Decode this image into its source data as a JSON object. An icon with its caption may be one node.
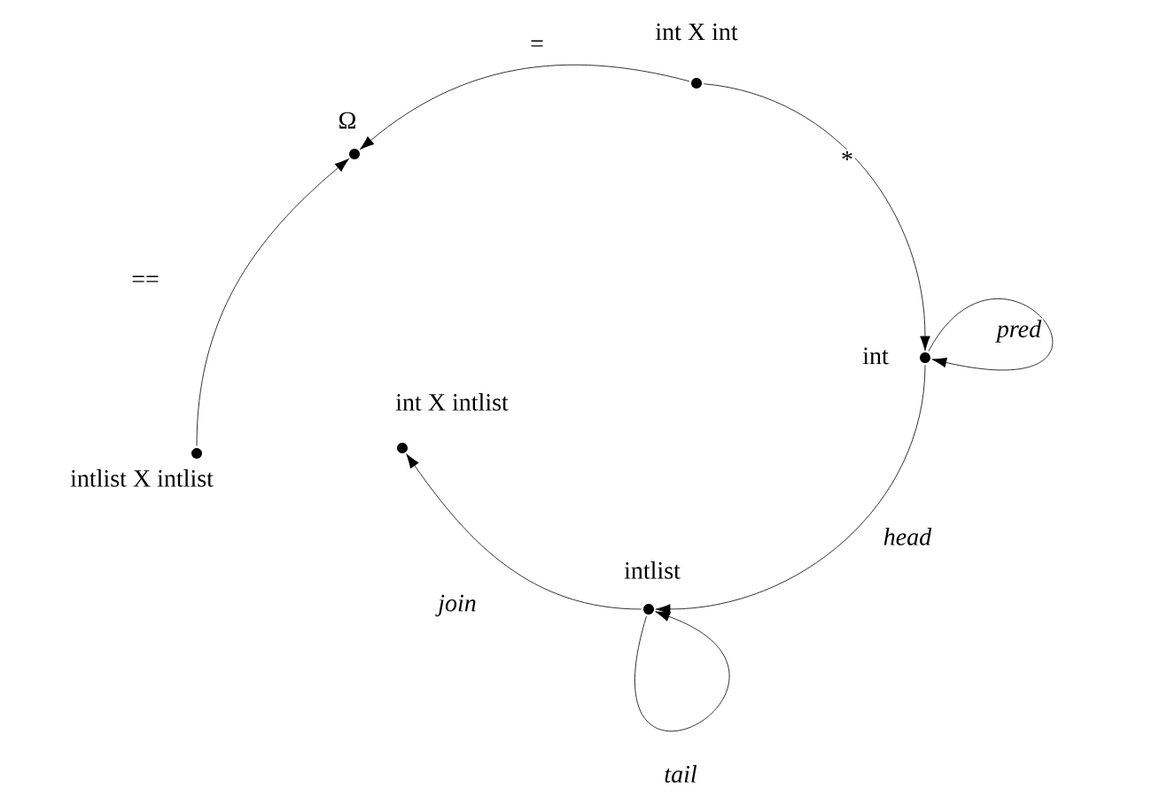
{
  "diagram": {
    "nodes": [
      {
        "text": [
          "int X int"
        ]
      },
      {
        "text": [
          "Ω"
        ]
      },
      {
        "text": [
          "int"
        ]
      },
      {
        "text": [
          "int X intlist"
        ]
      },
      {
        "text": [
          "intlist X intlist"
        ]
      },
      {
        "text": [
          "intlist"
        ]
      }
    ],
    "edges": [
      {
        "from": 0,
        "to": 1,
        "arrow": "to",
        "label": "="
      },
      {
        "from": 0,
        "to": 2,
        "arrow": "to",
        "label": "*"
      },
      {
        "from": 2,
        "to": 2,
        "arrow": "to",
        "label": "*pred*"
      },
      {
        "from": 2,
        "to": 5,
        "arrow": "to",
        "label": "*head*"
      },
      {
        "from": 5,
        "to": 5,
        "arrow": "to",
        "label": "*tail*"
      },
      {
        "from": 5,
        "to": 3,
        "arrow": "to",
        "label": "*join*"
      },
      {
        "from": 4,
        "to": 1,
        "arrow": "to",
        "label": "=="
      }
    ]
  }
}
